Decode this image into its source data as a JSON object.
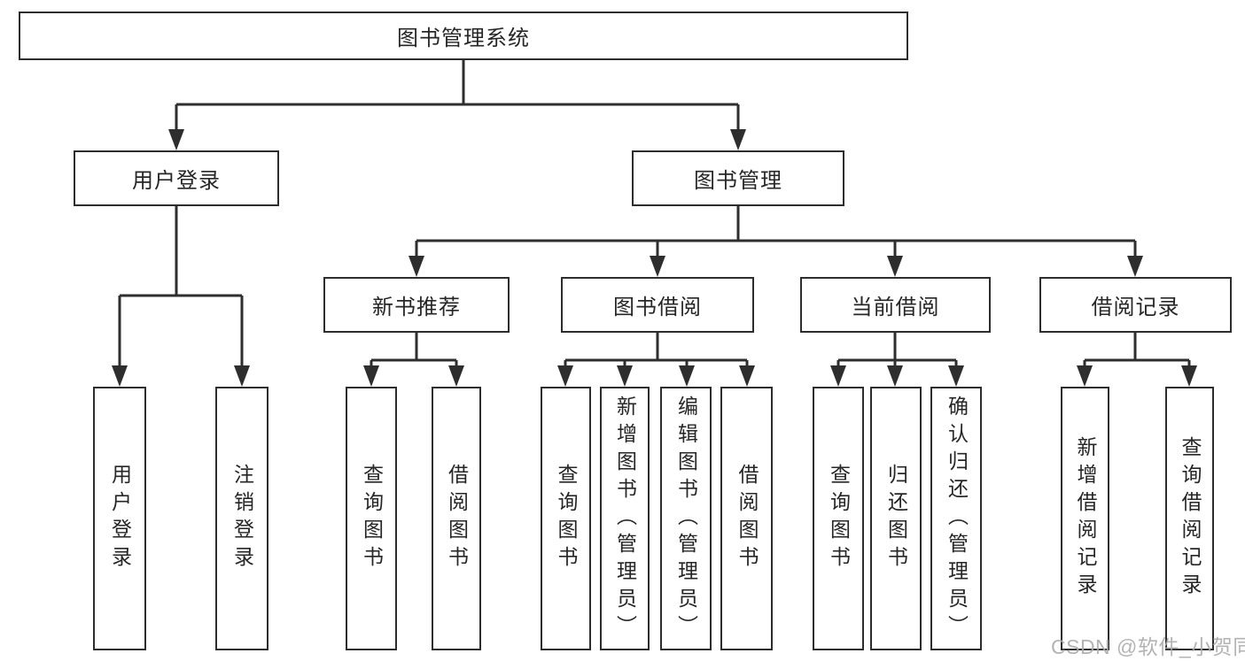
{
  "title": {
    "label": "图书管理系统"
  },
  "level2": [
    {
      "label": "用户登录"
    },
    {
      "label": "图书管理"
    }
  ],
  "level3": [
    {
      "label": "新书推荐"
    },
    {
      "label": "图书借阅"
    },
    {
      "label": "当前借阅"
    },
    {
      "label": "借阅记录"
    }
  ],
  "leaves": {
    "user_login": [
      {
        "label": "用户登录"
      },
      {
        "label": "注销登录"
      }
    ],
    "new_book_recommend": [
      {
        "label": "查询图书"
      },
      {
        "label": "借阅图书"
      }
    ],
    "book_borrow": [
      {
        "label": "查询图书"
      },
      {
        "label": "新增图书（管理员）"
      },
      {
        "label": "编辑图书（管理员）"
      },
      {
        "label": "借阅图书"
      }
    ],
    "current_borrow": [
      {
        "label": "查询图书"
      },
      {
        "label": "归还图书"
      },
      {
        "label": "确认归还（管理员）"
      }
    ],
    "borrow_record": [
      {
        "label": "新增借阅记录"
      },
      {
        "label": "查询借阅记录"
      }
    ]
  },
  "watermark": {
    "text": "CSDN @软件_小贺同学"
  },
  "colors": {
    "line": "#2e2e2e",
    "text": "#262626",
    "watermark": "#ababab",
    "box_background": "#ffffff"
  }
}
